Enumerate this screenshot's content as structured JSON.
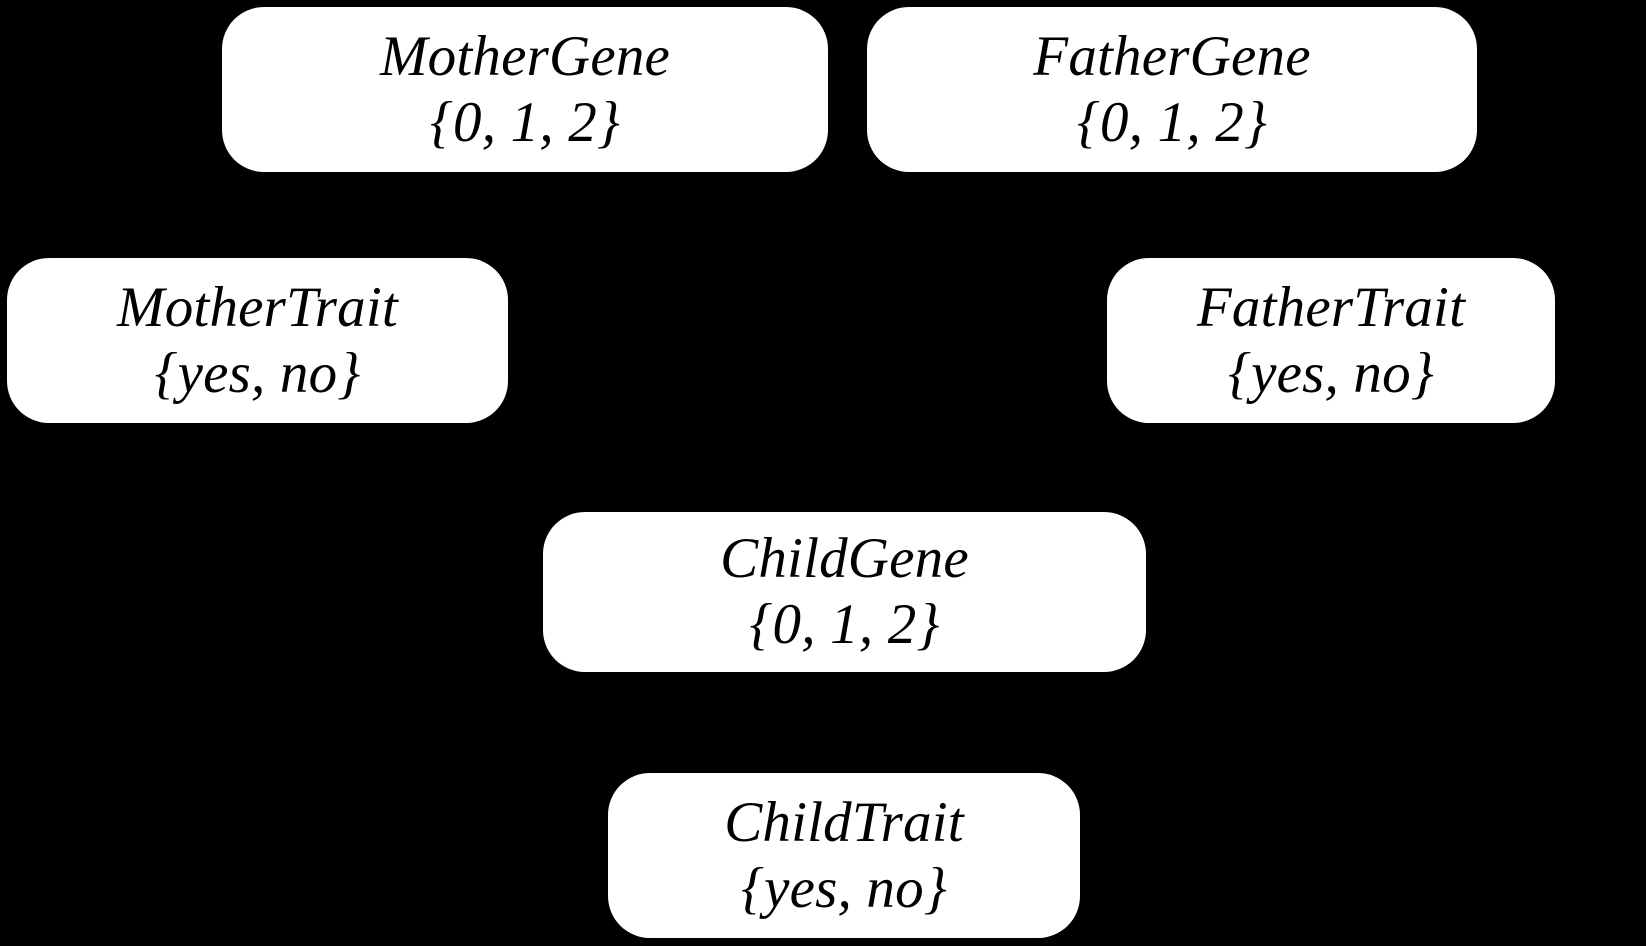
{
  "diagram": {
    "type": "bayesian-network",
    "background_color": "#000000",
    "node_fill_color": "#ffffff",
    "node_text_color": "#000000",
    "nodes": [
      {
        "id": "mother-gene",
        "name": "MotherGene",
        "domain": "{0, 1, 2}"
      },
      {
        "id": "father-gene",
        "name": "FatherGene",
        "domain": "{0, 1, 2}"
      },
      {
        "id": "mother-trait",
        "name": "MotherTrait",
        "domain": "{yes, no}"
      },
      {
        "id": "father-trait",
        "name": "FatherTrait",
        "domain": "{yes, no}"
      },
      {
        "id": "child-gene",
        "name": "ChildGene",
        "domain": "{0, 1, 2}"
      },
      {
        "id": "child-trait",
        "name": "ChildTrait",
        "domain": "{yes, no}"
      }
    ]
  }
}
